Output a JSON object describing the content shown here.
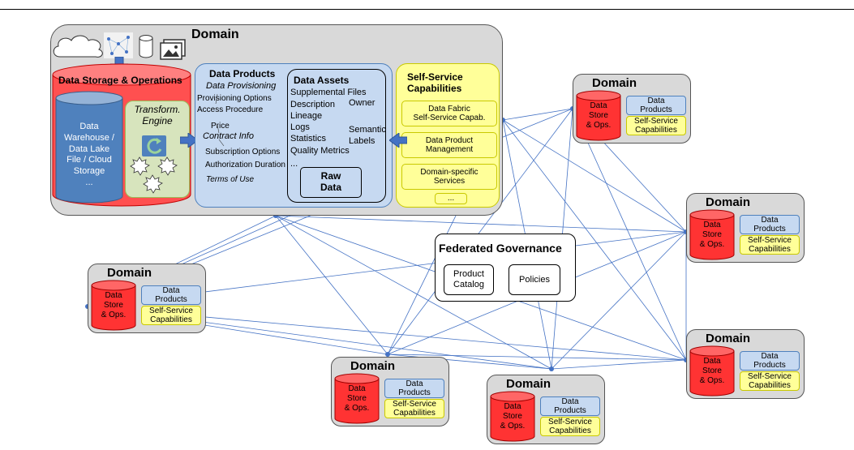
{
  "main_domain": {
    "title": "Domain",
    "storage": {
      "title": "Data Storage & Operations",
      "warehouse": [
        "Data",
        "Warehouse /",
        "Data Lake",
        "File / Cloud",
        "Storage",
        "..."
      ],
      "transform": [
        "Transform.",
        "Engine"
      ]
    },
    "data_products": {
      "title": "Data Products",
      "provisioning": "Data Provisioning",
      "prov_options": "Provisioning Options",
      "access": "Access Procedure",
      "price": "Price",
      "contract": "Contract Info",
      "subscription": "Subscription Options",
      "auth": "Authorization Duration",
      "terms": "Terms of Use"
    },
    "data_assets": {
      "title": "Data Assets",
      "supplemental": "Supplemental Files",
      "description": "Description",
      "owner": "Owner",
      "lineage": "Lineage",
      "logs": "Logs",
      "semantic": "Semantic",
      "labels": "Labels",
      "statistics": "Statistics",
      "quality": "Quality Metrics",
      "ellipsis": "...",
      "raw": [
        "Raw",
        "Data"
      ]
    },
    "self_service": {
      "title": [
        "Self-Service",
        "Capabilities"
      ],
      "items": [
        [
          "Data Fabric",
          "Self-Service Capab."
        ],
        [
          "Data Product",
          "Management"
        ],
        [
          "Domain-specific",
          "Services"
        ],
        [
          "..."
        ]
      ]
    }
  },
  "small_domain": {
    "title": "Domain",
    "store": [
      "Data",
      "Store",
      "& Ops."
    ],
    "products": [
      "Data",
      "Products"
    ],
    "capabilities": [
      "Self-Service",
      "Capabilities"
    ]
  },
  "governance": {
    "title": "Federated Governance",
    "catalog": [
      "Product",
      "Catalog"
    ],
    "policies": "Policies"
  },
  "colors": {
    "domain_gray": "#d9d9d9",
    "storage_red": "#ff5050",
    "warehouse_blue": "#4f81bd",
    "transform_green": "#d7e4bd",
    "products_blue": "#c6d9f1",
    "self_service_yellow": "#ffff99",
    "line_blue": "#4472c4"
  }
}
